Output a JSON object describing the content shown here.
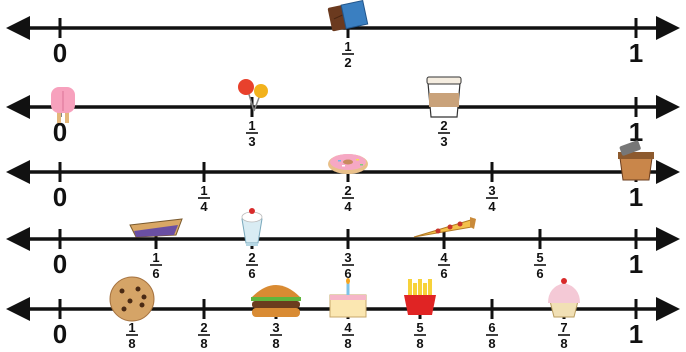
{
  "number_lines": [
    {
      "start_label": "0",
      "end_label": "1",
      "ticks": [
        {
          "num": "1",
          "den": "2",
          "item": "chocolate-bar",
          "value": 0.5
        }
      ]
    },
    {
      "start_label": "0",
      "end_label": "1",
      "start_item": "popsicle",
      "ticks": [
        {
          "num": "1",
          "den": "3",
          "item": "lollipops",
          "value": 0.3333
        },
        {
          "num": "2",
          "den": "3",
          "item": "coffee-cup",
          "value": 0.6667
        }
      ]
    },
    {
      "start_label": "0",
      "end_label": "1",
      "end_item": "pot",
      "ticks": [
        {
          "num": "1",
          "den": "4",
          "value": 0.25
        },
        {
          "num": "2",
          "den": "4",
          "item": "donut",
          "value": 0.5
        },
        {
          "num": "3",
          "den": "4",
          "value": 0.75
        }
      ]
    },
    {
      "start_label": "0",
      "end_label": "1",
      "ticks": [
        {
          "num": "1",
          "den": "6",
          "item": "pie-slice",
          "value": 0.1667
        },
        {
          "num": "2",
          "den": "6",
          "item": "milkshake",
          "value": 0.3333
        },
        {
          "num": "3",
          "den": "6",
          "value": 0.5
        },
        {
          "num": "4",
          "den": "6",
          "item": "pizza-slice",
          "value": 0.6667
        },
        {
          "num": "5",
          "den": "6",
          "value": 0.8333
        }
      ]
    },
    {
      "start_label": "0",
      "end_label": "1",
      "ticks": [
        {
          "num": "1",
          "den": "8",
          "item": "cookie",
          "value": 0.125
        },
        {
          "num": "2",
          "den": "8",
          "value": 0.25
        },
        {
          "num": "3",
          "den": "8",
          "item": "burger",
          "value": 0.375
        },
        {
          "num": "4",
          "den": "8",
          "item": "cake",
          "value": 0.5
        },
        {
          "num": "5",
          "den": "8",
          "item": "fries",
          "value": 0.625
        },
        {
          "num": "6",
          "den": "8",
          "value": 0.75
        },
        {
          "num": "7",
          "den": "8",
          "item": "cupcake",
          "value": 0.875
        }
      ]
    }
  ],
  "colors": {
    "line": "#111111",
    "chocolate": "#6b3a1f",
    "wrapper": "#3a7fc1",
    "popsicle": "#f7a1bd",
    "lollipop_red": "#e8412c",
    "lollipop_yellow": "#f2b21c",
    "coffee": "#c9a27a",
    "donut_icing": "#f6a8c4",
    "donut_dough": "#e9c08a",
    "pie_crust": "#d9a765",
    "pie_filling": "#6a4fa3",
    "milkshake": "#d9ecf3",
    "pizza": "#f3c04a",
    "cookie": "#d5a467",
    "burger_bun": "#d98b33",
    "burger_patty": "#6b3d1e",
    "cake": "#fbe7b1",
    "fries_box": "#e02424",
    "fries": "#f7d23a",
    "cupcake_frosting": "#f4c9d6",
    "cupcake_base": "#f1e0b5"
  }
}
